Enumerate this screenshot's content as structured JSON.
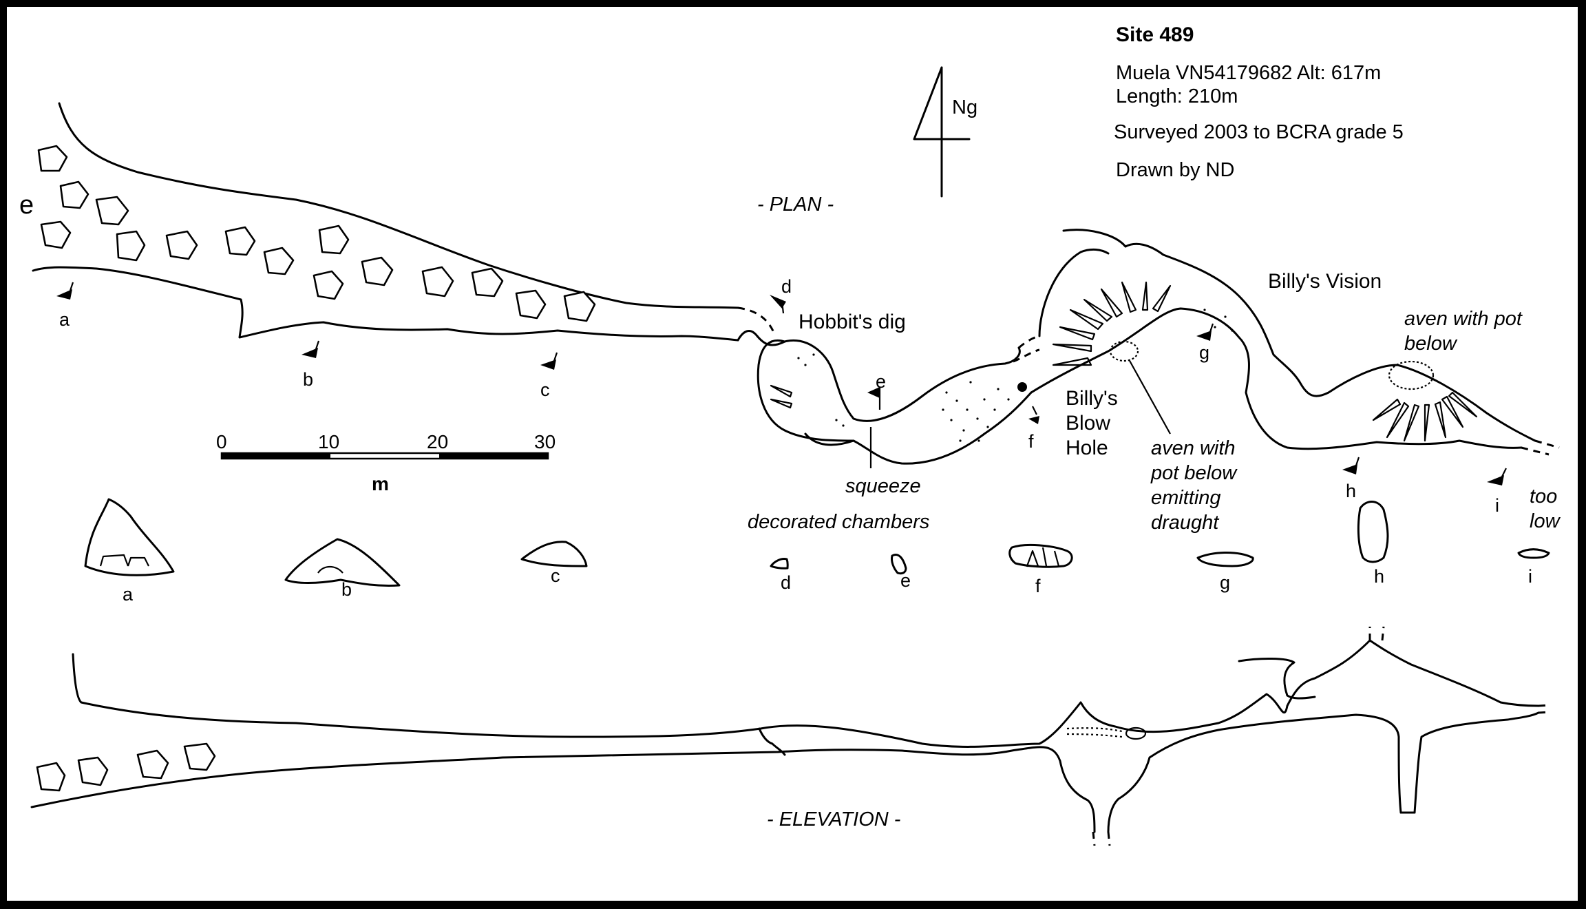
{
  "title": "Site 489",
  "info": {
    "location": "Muela VN54179682  Alt: 617m",
    "length": "Length: 210m",
    "surveyed": "Surveyed 2003 to BCRA grade 5",
    "drawn": "Drawn by ND"
  },
  "north_label": "Ng",
  "plan_label": "- PLAN -",
  "elevation_label": "- ELEVATION -",
  "entrance_label": "e",
  "scale": {
    "ticks": [
      "0",
      "10",
      "20",
      "30"
    ],
    "unit": "m"
  },
  "features": {
    "hobbits_dig": "Hobbit's dig",
    "squeeze": "squeeze",
    "decorated": "decorated chambers",
    "billys_blow_1": "Billy's",
    "billys_blow_2": "Blow",
    "billys_blow_3": "Hole",
    "aven_draught_1": "aven with",
    "aven_draught_2": "pot below",
    "aven_draught_3": "emitting",
    "aven_draught_4": "draught",
    "billys_vision": "Billy's Vision",
    "aven_pot_1": "aven with pot",
    "aven_pot_2": "below",
    "too_low_1": "too",
    "too_low_2": "low"
  },
  "section_markers": [
    "a",
    "b",
    "c",
    "d",
    "e",
    "f",
    "g",
    "h",
    "i"
  ],
  "section_labels": [
    "a",
    "b",
    "c",
    "d",
    "e",
    "f",
    "g",
    "h",
    "i"
  ]
}
